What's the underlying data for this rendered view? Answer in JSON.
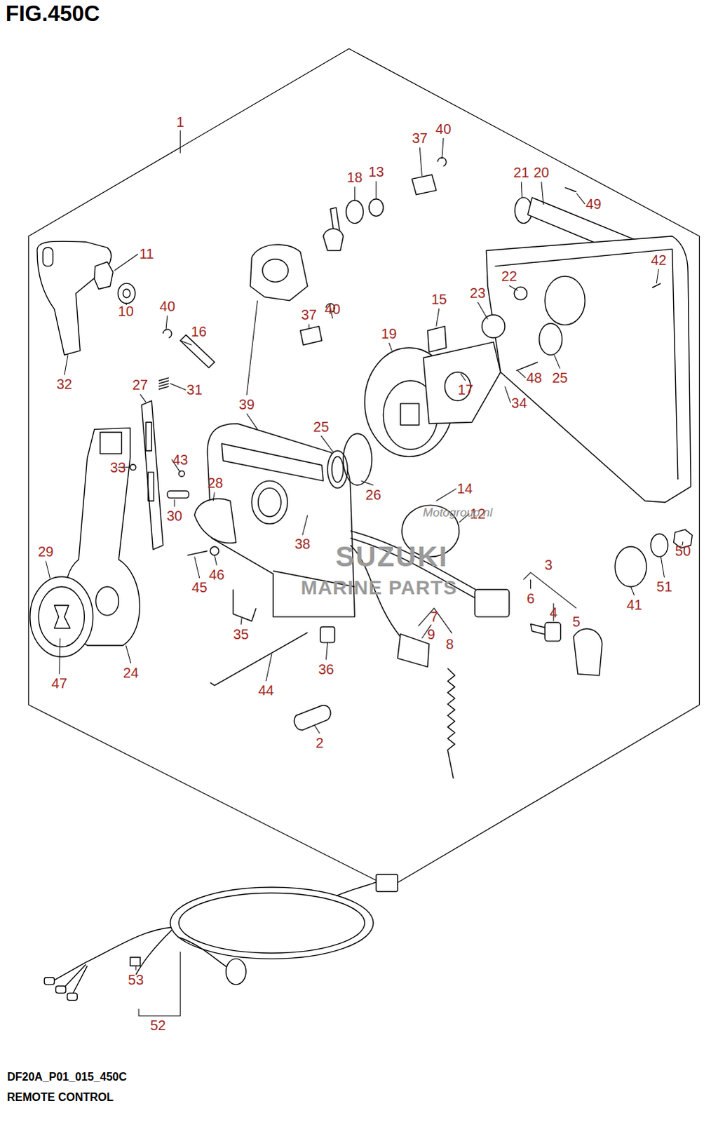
{
  "diagram": {
    "title": "FIG.450C",
    "caption": "REMOTE CONTROL",
    "labels": [
      "1",
      "40",
      "37",
      "13",
      "18",
      "21",
      "20",
      "49",
      "11",
      "42",
      "22",
      "23",
      "15",
      "40",
      "40",
      "10",
      "37",
      "16",
      "19",
      "48",
      "25",
      "32",
      "27",
      "31",
      "17",
      "34",
      "39",
      "25",
      "43",
      "33",
      "28",
      "14",
      "26",
      "12",
      "30",
      "38",
      "50",
      "29",
      "3",
      "46",
      "51",
      "45",
      "6",
      "41",
      "4",
      "7",
      "5",
      "35",
      "9",
      "8",
      "36",
      "24",
      "47",
      "44",
      "2",
      "53",
      "52",
      "DF20A_P01_015_450C",
      "Motogroup.nl",
      "SUZUKI",
      "MARINE PARTS"
    ]
  }
}
